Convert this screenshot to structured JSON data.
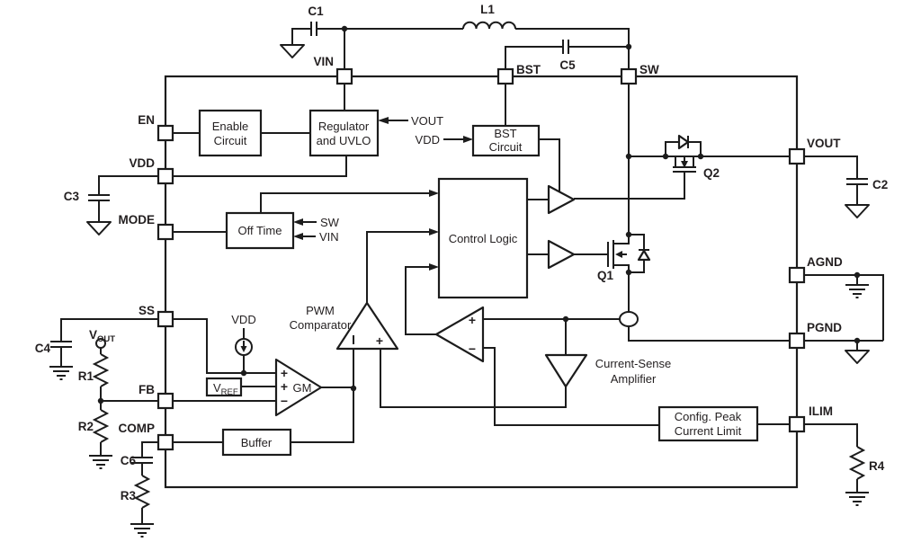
{
  "pins": {
    "vin": "VIN",
    "bst": "BST",
    "sw": "SW",
    "en": "EN",
    "vdd": "VDD",
    "mode": "MODE",
    "ss": "SS",
    "fb": "FB",
    "comp": "COMP",
    "vout": "VOUT",
    "agnd": "AGND",
    "pgnd": "PGND",
    "ilim": "ILIM"
  },
  "components": {
    "c1": "C1",
    "l1": "L1",
    "c5": "C5",
    "c2": "C2",
    "c3": "C3",
    "c4": "C4",
    "c6": "C6",
    "r1": "R1",
    "r2": "R2",
    "r3": "R3",
    "r4": "R4",
    "q1": "Q1",
    "q2": "Q2"
  },
  "blocks": {
    "enable_line1": "Enable",
    "enable_line2": "Circuit",
    "regulator_line1": "Regulator",
    "regulator_line2": "and UVLO",
    "bst_line1": "BST",
    "bst_line2": "Circuit",
    "off_time": "Off Time",
    "control_logic": "Control Logic",
    "buffer": "Buffer",
    "config_line1": "Config. Peak",
    "config_line2": "Current Limit"
  },
  "amplifiers": {
    "gm": "GM",
    "pwm_line1": "PWM",
    "pwm_line2": "Comparator",
    "cs_line1": "Current-Sense",
    "cs_line2": "Amplifier"
  },
  "signals": {
    "regulator_vout": "VOUT",
    "bst_vdd": "VDD",
    "offtime_sw": "SW",
    "offtime_vin": "VIN",
    "source_vdd": "VDD"
  },
  "nodes": {
    "vout_v": "V",
    "vout_sub": "OUT",
    "vref_v": "V",
    "vref_sub": "REF"
  },
  "polarity": {
    "plus": "+",
    "minus": "−"
  },
  "colors": {
    "wire": "#1c1c1c",
    "text": "#231f20",
    "block_fill": "#ffffff",
    "background": "#ffffff"
  }
}
